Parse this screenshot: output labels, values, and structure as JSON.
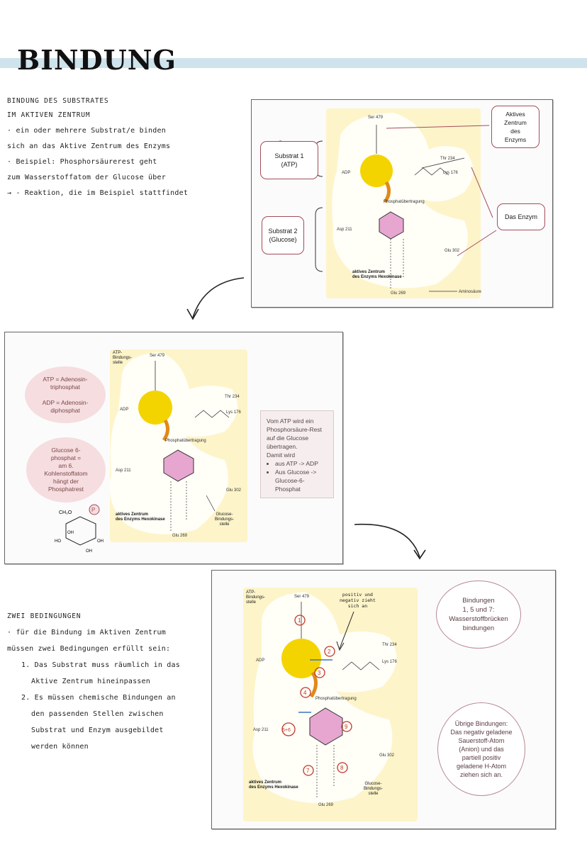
{
  "page_title": "BINDUNG",
  "section1": {
    "heading_line1": "BINDUNG DES SUBSTRATES",
    "heading_line2": "IM AKTIVEN ZENTRUM",
    "lines": [
      "· ein oder mehrere Substrat/e binden",
      "sich an das Aktive Zentrum des Enzyms",
      "· Beispiel: Phosphorsäurerest geht",
      "zum Wasserstoffatom der Glucose über",
      "→ - Reaktion, die im Beispiel stattfindet"
    ]
  },
  "figure1": {
    "substrat1": "Substrat 1\n(ATP)",
    "substrat2": "Substrat 2\n(Glucose)",
    "aktives_zentrum_label": "Aktives\nZentrum\ndes\nEnzyms",
    "enzym_label": "Das Enzym",
    "adp": "ADP",
    "phosphat_uebertragung": "Phosphatübertragung",
    "zentrum_caption": "aktives Zentrum\ndes Enzyms Hexokinase",
    "aminosaeure": "Aminosäure",
    "residues": {
      "ser": "Ser 479",
      "thr": "Thr 234",
      "lys": "Lys 176",
      "asp": "Asp 211",
      "glu302": "Glu 302",
      "glu269": "Glu 269"
    }
  },
  "figure2": {
    "atp_bindung": "ATP-\nBindungs-\nstelle",
    "glucose_bindung": "Glucose-\nBindungs-\nstelle",
    "bubble_atp": "ATP = Adenosin-\ntriphosphat\n\nADP = Adenosin-\ndiphosphat",
    "bubble_glucose": "Glucose 6-\nphosphat =\nam 6.\nKohlenstoffatom\nhängt der\nPhosphatrest",
    "info_intro": "Vom ATP wird ein Phosphorsäure-Rest auf die Glucose übertragen.\nDamit wird",
    "info_items": [
      "aus ATP -> ADP",
      "Aus Glucose -> Glucose-6-Phosphat"
    ],
    "glucose_p": "P",
    "glucose_ch2o": "CH₂O",
    "glucose_oh": [
      "OH",
      "OH",
      "OH",
      "HO"
    ]
  },
  "section2": {
    "heading": "ZWEI BEDINGUNGEN",
    "lines": [
      "· für die Bindung im Aktiven Zentrum",
      "müssen zwei Bedingungen erfüllt sein:",
      "1. Das Substrat muss räumlich in das",
      "Aktive Zentrum hineinpassen",
      "2. Es müssen chemische Bindungen an",
      "den passenden Stellen zwischen",
      "Substrat und Enzym ausgebildet",
      "werden können"
    ]
  },
  "figure3": {
    "handwritten": "positiv und\nnegativ zieht\nsich an",
    "bubble_top": "Bindungen\n1, 5 und 7:\nWasserstoffbrücken\nbindungen",
    "bubble_bottom": "Übrige Bindungen:\nDas negativ geladene\nSauerstoff-Atom\n(Anion) und das\npartiell positiv\ngeladene H-Atom\nziehen sich an.",
    "numbers": [
      "1",
      "2",
      "3",
      "4",
      "5+6",
      "7",
      "8",
      "9"
    ]
  },
  "colors": {
    "title_band": "#cfe3ec",
    "red_outline": "#a34d5a",
    "atp_yellow": "#f4d400",
    "glucose_pink": "#e6a6cf",
    "panel_bg": "#fdf4c9"
  }
}
